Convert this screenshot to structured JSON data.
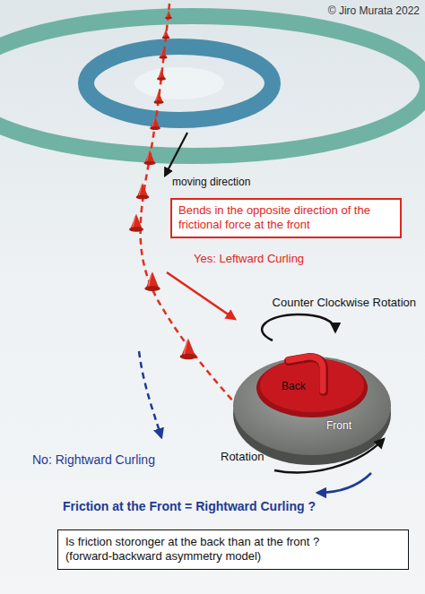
{
  "diagram": {
    "nodes": [
      {
        "text": [
          "Bends in the opposite direction of the frictional force at the front"
        ]
      },
      {
        "text": [
          "Is friction storonger at the back than at the front ?",
          "(forward-backward asymmetry model)"
        ]
      }
    ],
    "labels": [
      "© Jiro Murata 2022",
      "moving direction",
      "Yes: Leftward Curling",
      "Counter Clockwise Rotation",
      "Back",
      "Front",
      "No: Rightward Curling",
      "Rotation",
      "Friction at the Front = Rightward Curling ?"
    ]
  }
}
